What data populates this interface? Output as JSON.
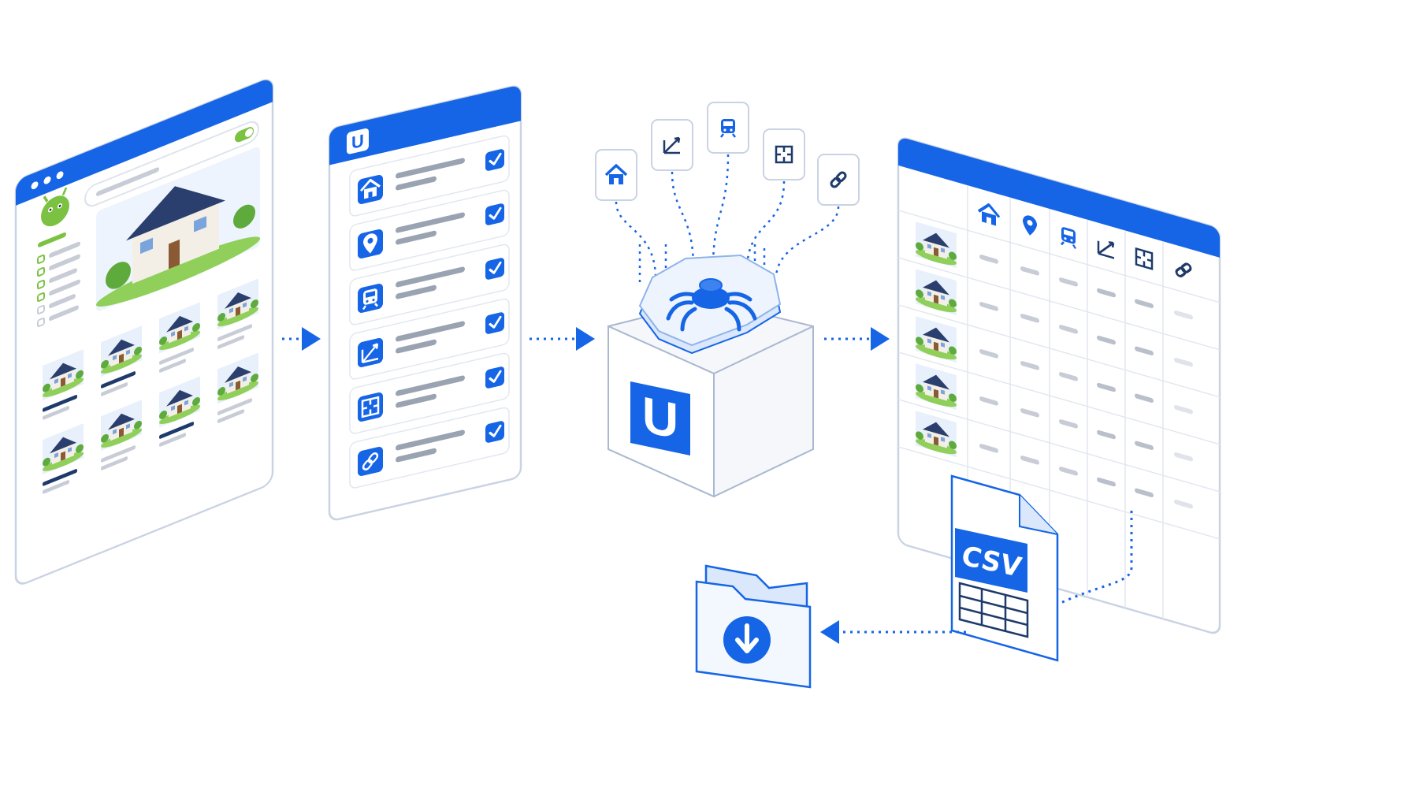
{
  "theme": {
    "accent": "#1565e6",
    "accent_light": "#dbe8fc",
    "panel_border": "#c9d3e3",
    "placeholder": "#c7ccd6",
    "green": "#7cc242"
  },
  "browser_mockup": {
    "window_dots": 3,
    "search_placeholder": "",
    "listing_thumbnails": 8,
    "filter_checkboxes": 6
  },
  "field_selector": {
    "brand_letter": "U",
    "fields": [
      {
        "icon": "house-icon",
        "checked": true
      },
      {
        "icon": "location-pin-icon",
        "checked": true
      },
      {
        "icon": "train-icon",
        "checked": true
      },
      {
        "icon": "area-measure-icon",
        "checked": true
      },
      {
        "icon": "floor-plan-icon",
        "checked": true
      },
      {
        "icon": "link-icon",
        "checked": true
      }
    ]
  },
  "scraper_engine": {
    "brand_letter": "U",
    "bot": "spider-bot-icon",
    "inputs": [
      "house-icon",
      "area-measure-icon",
      "train-icon",
      "floor-plan-icon",
      "link-icon"
    ]
  },
  "results_table": {
    "column_icons": [
      "house-icon",
      "location-pin-icon",
      "train-icon",
      "area-measure-icon",
      "floor-plan-icon",
      "link-icon"
    ],
    "row_count": 5
  },
  "export": {
    "file_label": "CSV",
    "download_icon": "download-arrow-icon",
    "folder_icon": "folder-icon"
  }
}
